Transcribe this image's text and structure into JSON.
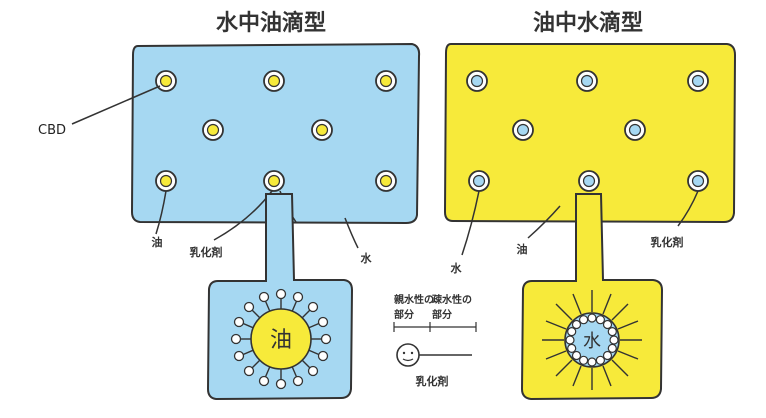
{
  "titles": {
    "left": "水中油滴型",
    "right": "油中水滴型"
  },
  "left_panel": {
    "label_cbd": "CBD",
    "label_oil": "油",
    "label_emulsifier": "乳化剤",
    "label_water": "水",
    "zoom_center_text": "油"
  },
  "right_panel": {
    "label_water": "水",
    "label_oil": "油",
    "label_emulsifier": "乳化剤",
    "zoom_center_text": "水"
  },
  "legend": {
    "hydrophilic_line1": "親水性の",
    "hydrophilic_line2": "部分",
    "hydrophobic_line1": "疎水性の",
    "hydrophobic_line2": "部分",
    "caption": "乳化剤"
  },
  "colors": {
    "water_blue": "#a6d8f2",
    "oil_yellow": "#f7ea3a",
    "outline": "#333333"
  }
}
